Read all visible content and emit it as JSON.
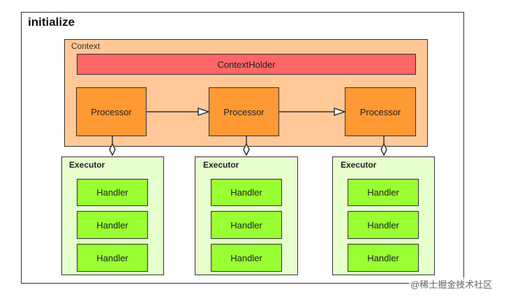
{
  "diagram": {
    "frame_title": "initialize",
    "context_label": "Context",
    "context_holder_label": "ContextHolder",
    "processors": [
      "Processor",
      "Processor",
      "Processor"
    ],
    "executors": [
      {
        "label": "Executor",
        "handlers": [
          "Handler",
          "Handler",
          "Handler"
        ]
      },
      {
        "label": "Executor",
        "handlers": [
          "Handler",
          "Handler",
          "Handler"
        ]
      },
      {
        "label": "Executor",
        "handlers": [
          "Handler",
          "Handler",
          "Handler"
        ]
      }
    ]
  },
  "watermark": "@稀土掘金技术社区",
  "colors": {
    "context_fill": "#ffc896",
    "context_holder_fill": "#ff6666",
    "processor_fill": "#ff9933",
    "executor_fill": "#e6ffcc",
    "handler_fill": "#99ff33"
  }
}
